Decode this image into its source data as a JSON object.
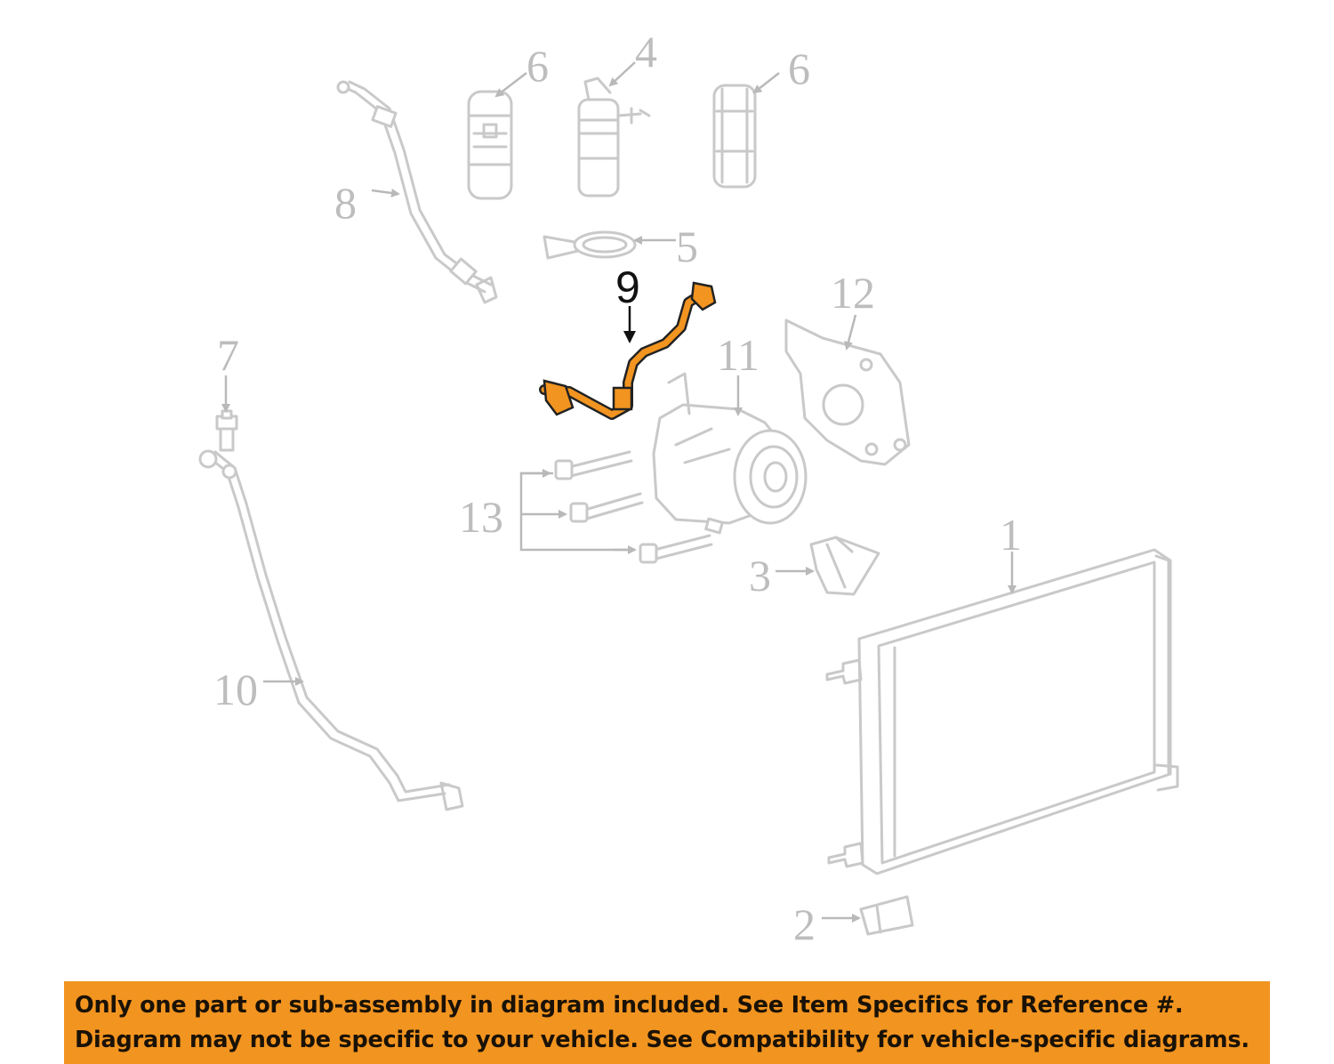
{
  "diagram": {
    "callouts": [
      {
        "id": "1",
        "label": "1"
      },
      {
        "id": "2",
        "label": "2"
      },
      {
        "id": "3",
        "label": "3"
      },
      {
        "id": "4",
        "label": "4"
      },
      {
        "id": "5",
        "label": "5"
      },
      {
        "id": "6a",
        "label": "6"
      },
      {
        "id": "6b",
        "label": "6"
      },
      {
        "id": "7",
        "label": "7"
      },
      {
        "id": "8",
        "label": "8"
      },
      {
        "id": "9",
        "label": "9"
      },
      {
        "id": "10",
        "label": "10"
      },
      {
        "id": "11",
        "label": "11"
      },
      {
        "id": "12",
        "label": "12"
      },
      {
        "id": "13",
        "label": "13"
      }
    ],
    "highlighted_part": "9",
    "colors": {
      "highlight": "#f29420",
      "faded_part": "#c9c9c9",
      "banner": "#f29420"
    }
  },
  "banner": {
    "line1": "Only one part or sub-assembly in diagram included. See Item Specifics for Reference #.",
    "line2": "Diagram may not be specific to your vehicle. See Compatibility for vehicle-specific diagrams."
  }
}
